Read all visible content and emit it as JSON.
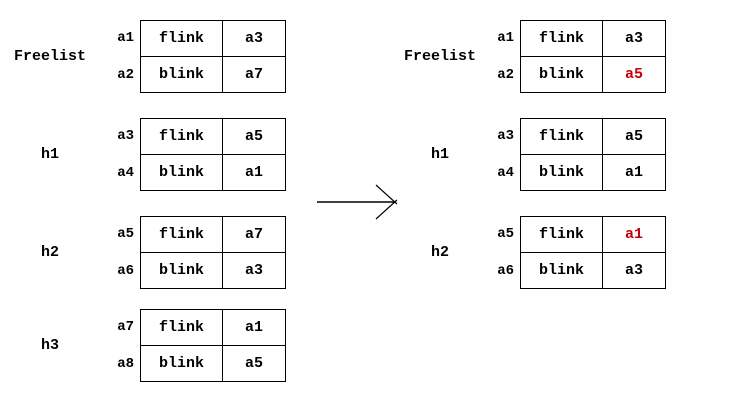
{
  "colors": {
    "text": "#000000",
    "highlight": "#cc0000",
    "background": "#ffffff",
    "border": "#000000"
  },
  "arrow": {
    "direction": "right"
  },
  "before": {
    "groups": [
      {
        "label": "Freelist",
        "rows": [
          {
            "addr": "a1",
            "field": "flink",
            "value": "a3",
            "red": false
          },
          {
            "addr": "a2",
            "field": "blink",
            "value": "a7",
            "red": false
          }
        ]
      },
      {
        "label": "h1",
        "rows": [
          {
            "addr": "a3",
            "field": "flink",
            "value": "a5",
            "red": false
          },
          {
            "addr": "a4",
            "field": "blink",
            "value": "a1",
            "red": false
          }
        ]
      },
      {
        "label": "h2",
        "rows": [
          {
            "addr": "a5",
            "field": "flink",
            "value": "a7",
            "red": false
          },
          {
            "addr": "a6",
            "field": "blink",
            "value": "a3",
            "red": false
          }
        ]
      },
      {
        "label": "h3",
        "rows": [
          {
            "addr": "a7",
            "field": "flink",
            "value": "a1",
            "red": false
          },
          {
            "addr": "a8",
            "field": "blink",
            "value": "a5",
            "red": false
          }
        ]
      }
    ]
  },
  "after": {
    "groups": [
      {
        "label": "Freelist",
        "rows": [
          {
            "addr": "a1",
            "field": "flink",
            "value": "a3",
            "red": false
          },
          {
            "addr": "a2",
            "field": "blink",
            "value": "a5",
            "red": true
          }
        ]
      },
      {
        "label": "h1",
        "rows": [
          {
            "addr": "a3",
            "field": "flink",
            "value": "a5",
            "red": false
          },
          {
            "addr": "a4",
            "field": "blink",
            "value": "a1",
            "red": false
          }
        ]
      },
      {
        "label": "h2",
        "rows": [
          {
            "addr": "a5",
            "field": "flink",
            "value": "a1",
            "red": true
          },
          {
            "addr": "a6",
            "field": "blink",
            "value": "a3",
            "red": false
          }
        ]
      }
    ]
  }
}
